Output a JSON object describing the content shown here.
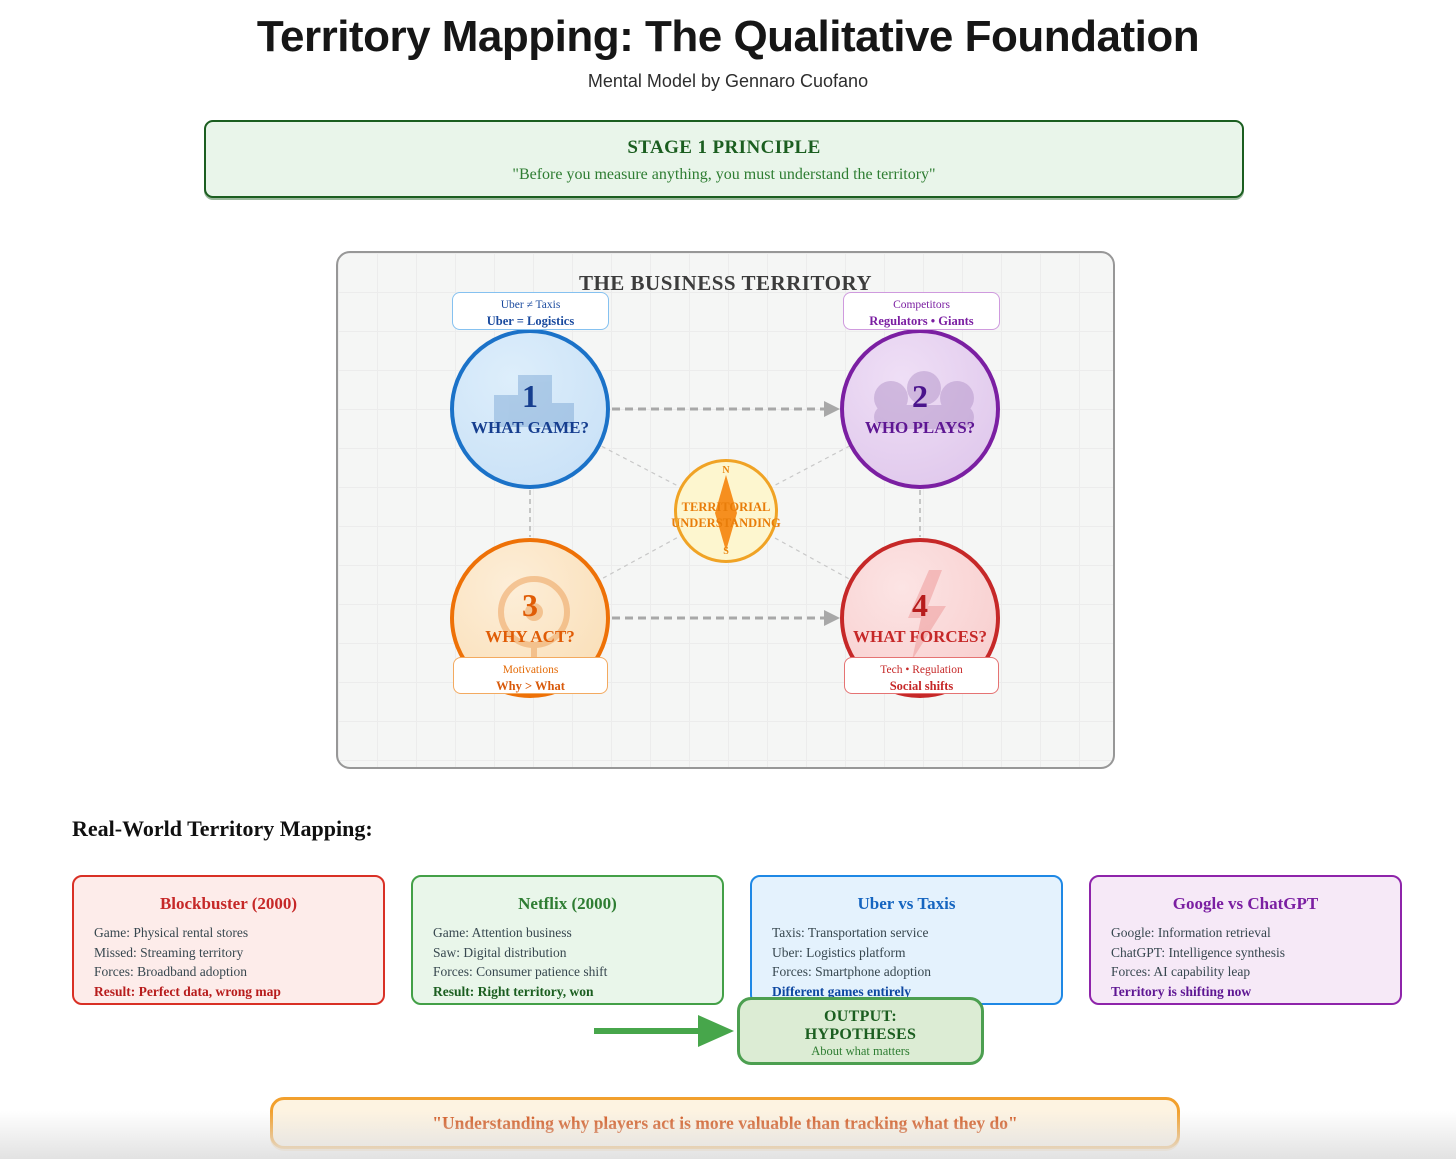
{
  "page": {
    "title": "Territory Mapping: The Qualitative Foundation",
    "subtitle": "Mental Model by Gennaro Cuofano"
  },
  "principle": {
    "title": "STAGE 1 PRINCIPLE",
    "quote": "\"Before you measure anything, you must understand the territory\""
  },
  "territory": {
    "title": "THE BUSINESS TERRITORY",
    "compass": {
      "north": "N",
      "south": "S",
      "line1": "TERRITORIAL",
      "line2": "UNDERSTANDING"
    },
    "nodes": [
      {
        "number": "1",
        "label": "WHAT GAME?",
        "icon": "podium-icon"
      },
      {
        "number": "2",
        "label": "WHO PLAYS?",
        "icon": "people-icon"
      },
      {
        "number": "3",
        "label": "WHY ACT?",
        "icon": "target-icon"
      },
      {
        "number": "4",
        "label": "WHAT FORCES?",
        "icon": "lightning-icon"
      }
    ],
    "callouts": [
      {
        "line1": "Uber ≠ Taxis",
        "line2": "Uber = Logistics"
      },
      {
        "line1": "Competitors",
        "line2": "Regulators • Giants"
      },
      {
        "line1": "Motivations",
        "line2": "Why > What"
      },
      {
        "line1": "Tech • Regulation",
        "line2": "Social shifts"
      }
    ]
  },
  "examples": {
    "heading": "Real-World Territory Mapping:",
    "cards": [
      {
        "title": "Blockbuster (2000)",
        "lines": [
          "Game: Physical rental stores",
          "Missed: Streaming territory",
          "Forces: Broadband adoption"
        ],
        "result": "Result: Perfect data, wrong map"
      },
      {
        "title": "Netflix (2000)",
        "lines": [
          "Game: Attention business",
          "Saw: Digital distribution",
          "Forces: Consumer patience shift"
        ],
        "result": "Result: Right territory, won"
      },
      {
        "title": "Uber vs Taxis",
        "lines": [
          "Taxis: Transportation service",
          "Uber: Logistics platform",
          "Forces: Smartphone adoption"
        ],
        "result": "Different games entirely"
      },
      {
        "title": "Google vs ChatGPT",
        "lines": [
          "Google: Information retrieval",
          "ChatGPT: Intelligence synthesis",
          "Forces: AI capability leap"
        ],
        "result": "Territory is shifting now"
      }
    ]
  },
  "output": {
    "line1": "OUTPUT:",
    "line2": "HYPOTHESES",
    "line3": "About what matters"
  },
  "footer_quote": "\"Understanding why players act is more valuable than tracking what they do\"",
  "colors": {
    "principle_green": "#1b5e20",
    "node1_blue": "#1b72c8",
    "node2_purple": "#7b1fa2",
    "node3_orange": "#ee7107",
    "node4_red": "#c62828",
    "compass_orange": "#f0a325",
    "output_green": "#4c9f50",
    "footer_orange": "#f2a02d"
  }
}
